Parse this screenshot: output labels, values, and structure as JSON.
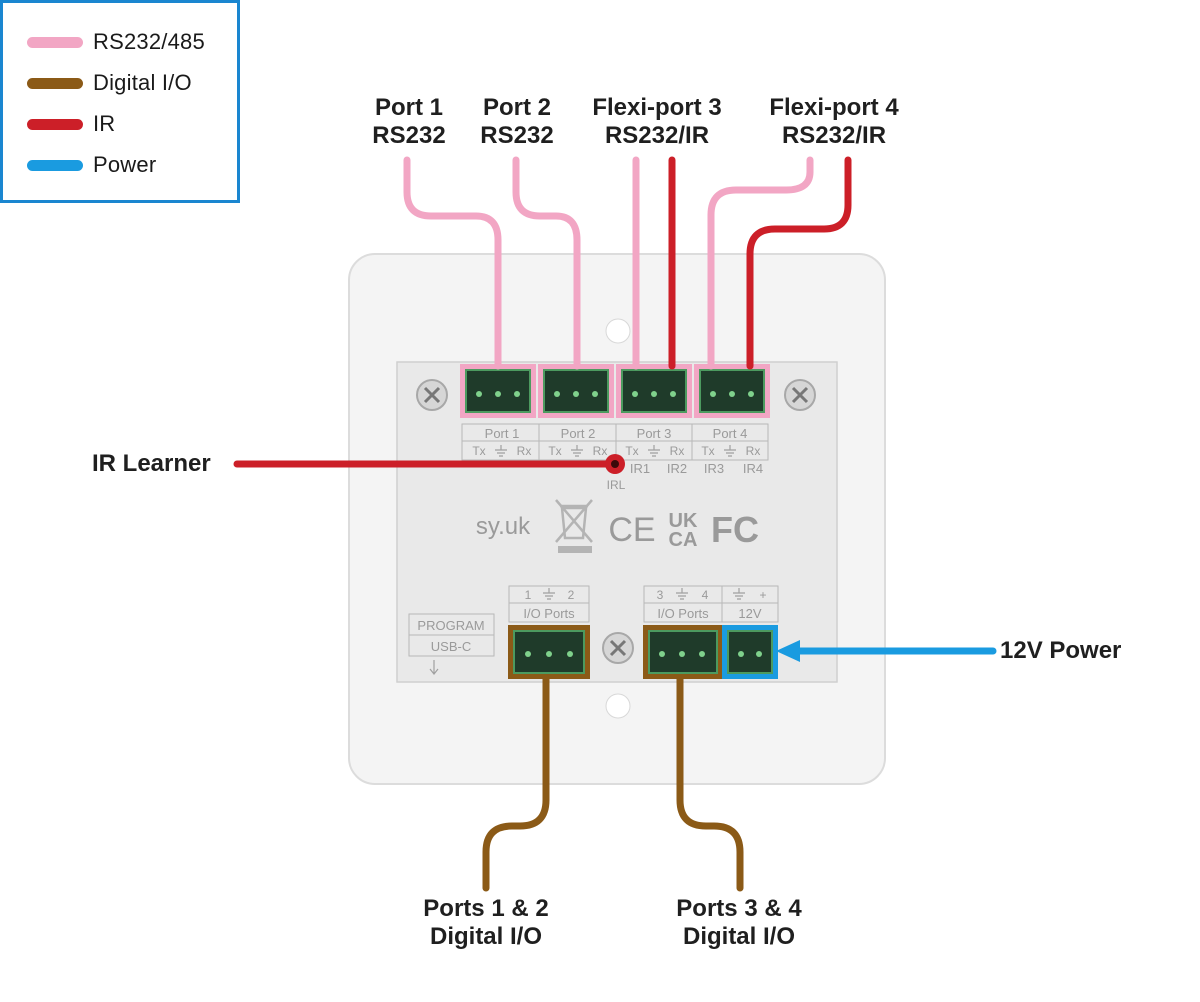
{
  "legend": {
    "items": [
      {
        "label": "RS232/485",
        "color": "#f2a6c4"
      },
      {
        "label": "Digital I/O",
        "color": "#8b5a17"
      },
      {
        "label": "IR",
        "color": "#cc1f28"
      },
      {
        "label": "Power",
        "color": "#1a9be0"
      }
    ]
  },
  "callouts": {
    "port1": {
      "line1": "Port 1",
      "line2": "RS232"
    },
    "port2": {
      "line1": "Port 2",
      "line2": "RS232"
    },
    "port3": {
      "line1": "Flexi-port 3",
      "line2": "RS232/IR"
    },
    "port4": {
      "line1": "Flexi-port 4",
      "line2": "RS232/IR"
    },
    "ir_learner": "IR Learner",
    "power": "12V Power",
    "io12": {
      "line1": "Ports 1 & 2",
      "line2": "Digital I/O"
    },
    "io34": {
      "line1": "Ports 3 & 4",
      "line2": "Digital I/O"
    }
  },
  "panel": {
    "port_labels": [
      "Port 1",
      "Port 2",
      "Port 3",
      "Port 4"
    ],
    "pin_tx": "Tx",
    "pin_rx": "Rx",
    "ir_labels": [
      "IR1",
      "IR2",
      "IR3",
      "IR4"
    ],
    "irl": "IRL",
    "brand": "sy.uk",
    "ce": "CE",
    "ukca_top": "UK",
    "ukca_bottom": "CA",
    "fc": "FC",
    "io12_pins": [
      "1",
      "2"
    ],
    "io34_pins": [
      "3",
      "4"
    ],
    "io_ports_label": "I/O Ports",
    "power_plus": "+",
    "power_label": "12V",
    "program": "PROGRAM",
    "usbc": "USB-C"
  }
}
